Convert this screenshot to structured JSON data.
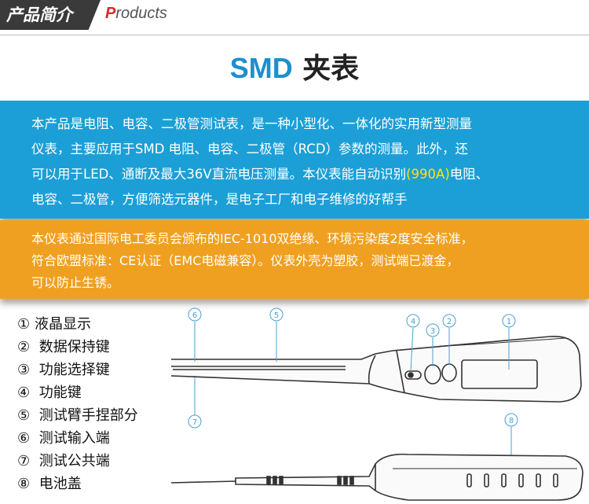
{
  "header": {
    "cn_label": "产品简介",
    "en_first": "P",
    "en_rest": "roducts"
  },
  "title": {
    "en": "SMD",
    "cn": " 夹表"
  },
  "blue_box": {
    "line1": "本产品是电阻、电容、二极管测试表，是一种小型化、一体化的实用新型测量",
    "line2": "仪表，主要应用于SMD 电阻、电容、二极管（RCD）参数的测量。此外，还",
    "line3a": "可以用于LED、通断及最大36V直流电压测量。本仪表能自动识别",
    "line3_hl": "(990A)",
    "line3b": "电阻、",
    "line4": "电容、二极管，方便筛选元器件，是电子工厂和电子维修的好帮手"
  },
  "orange_box": {
    "line1": "本仪表通过国际电工委员会颁布的IEC-1010双绝缘、环境污染度2度安全标准，",
    "line2": "符合欧盟标准：CE认证（EMC电磁兼容）。仪表外壳为塑胶，测试端已渡金，",
    "line3": "可以防止生锈。"
  },
  "legend": [
    {
      "num": "①",
      "label": "液晶显示"
    },
    {
      "num": "②",
      "label": " 数据保持键"
    },
    {
      "num": "③",
      "label": " 功能选择键"
    },
    {
      "num": "④",
      "label": " 功能键"
    },
    {
      "num": "⑤",
      "label": " 测试臂手捏部分"
    },
    {
      "num": "⑥",
      "label": " 测试输入端"
    },
    {
      "num": "⑦",
      "label": " 测试公共端"
    },
    {
      "num": "⑧",
      "label": " 电池盖"
    }
  ],
  "callouts": {
    "c1": "1",
    "c2": "2",
    "c3": "3",
    "c4": "4",
    "c5": "5",
    "c6": "6",
    "c7": "7",
    "c8": "8"
  },
  "colors": {
    "accent_blue": "#1c9fd6",
    "accent_orange": "#f0a020",
    "highlight": "#ffe600",
    "header_dark": "#3a3a3a"
  }
}
